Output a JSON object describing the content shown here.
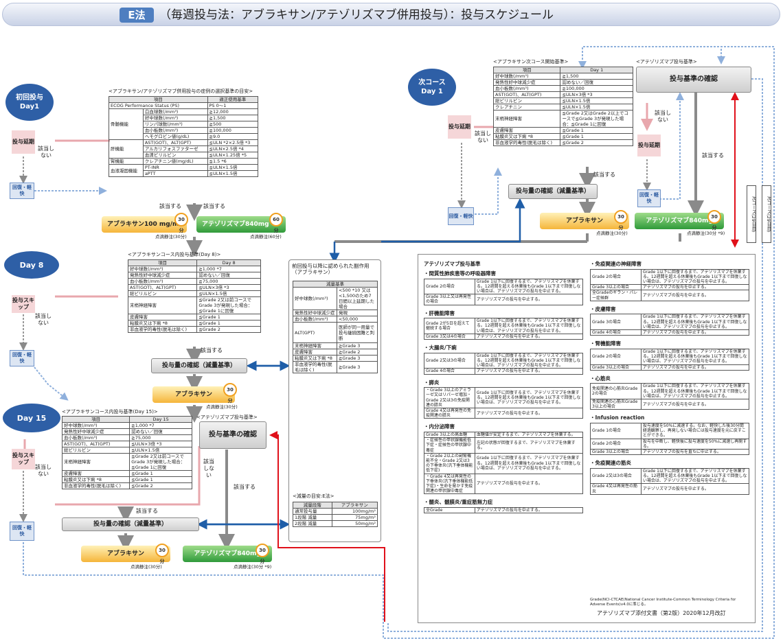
{
  "header": {
    "tag": "E法",
    "title": "（毎週投与法：アブラキサン/アテゾリズマブ併用投与）：投与スケジュール"
  },
  "days": {
    "day1": {
      "line1": "初回投与",
      "line2": "Day1"
    },
    "day8": "Day 8",
    "day15": "Day 15",
    "next": {
      "line1": "次コース",
      "line2": "Day 1"
    }
  },
  "labels": {
    "tou_encho": "投与延期",
    "tou_skip": "投与スキップ",
    "kaifuku": "回復・軽快",
    "gaitou_shinai": "該当しない",
    "gaitou_suru": "該当する"
  },
  "selection": {
    "title": "<アブラキサン/アテゾリズマブ併用投与の症例の選択基準の目安>",
    "head": [
      "項目",
      "",
      "適正使用基準"
    ],
    "ecog": [
      "ECOG Performance Status (PS)",
      "PS 0～1"
    ],
    "groups": [
      {
        "name": "骨髄機能",
        "rows": [
          [
            "白血球数(/mm³)",
            "≧12,000"
          ],
          [
            "好中球数(/mm³)",
            "≧1,500"
          ],
          [
            "リンパ球数(/mm³)",
            "≧500"
          ],
          [
            "血小板数(/mm³)",
            "≧100,000"
          ],
          [
            "ヘモグロビン値(g/dL)",
            "≧9.0"
          ]
        ]
      },
      {
        "name": "肝機能",
        "rows": [
          [
            "AST(GOT)、ALT(GPT)",
            "≦ULN *2×2.5倍 *3"
          ],
          [
            "アルカリフォスファターゼ",
            "≦ULN×2.5倍 *4"
          ],
          [
            "血清ビリルビン",
            "≦ULN×1.25倍 *5"
          ]
        ]
      },
      {
        "name": "腎機能",
        "rows": [
          [
            "クレアチニン値(mg/dL)",
            "≦1.5 *6"
          ]
        ]
      },
      {
        "name": "血液凝固機能",
        "rows": [
          [
            "PT-INR",
            "≦ULN×1.5倍"
          ],
          [
            "aPTT",
            "≦ULN×1.5倍"
          ]
        ]
      }
    ]
  },
  "drugs": {
    "abraxane100": "アブラキサン100 mg/m²",
    "abraxane": "アブラキサン",
    "atezo": "アテゾリズマブ840mg",
    "m30": "30分",
    "m60": "60分",
    "tenteki30": "点滴静注(30分)",
    "tenteki60": "点滴静注(60分)",
    "tenteki30b": "点滴静注(30分 *9)"
  },
  "boxes": {
    "gen": "投与量の確認（減量基準）",
    "kijun": "投与基準の確認"
  },
  "captions": {
    "day8": "<アブラキサンコース内投与基準(Day 8)>",
    "day15": "<アブラキサンコース内投与基準(Day 15)>",
    "atezo": "<アテゾリズマブ投与基準>",
    "next": "<アブラキサン次コース開始基準>"
  },
  "day8table": {
    "head": [
      "項目",
      "Day 8"
    ],
    "rows": [
      [
        "好中球数(/mm³)",
        "≧1,000 *7"
      ],
      [
        "発熱性好中球減少症",
        "認めない／回復"
      ],
      [
        "血小板数(/mm³)",
        "≧75,000"
      ],
      [
        "AST(GOT)、ALT(GPT)",
        "≦ULN×3倍 *3"
      ],
      [
        "総ビリルビン",
        "≦ULN×1.5倍"
      ],
      [
        "末梢神経障害",
        "≦Grade 2又は前コースでGrade 3が発現した場合：≦Grade 1に回復"
      ],
      [
        "皮膚障害",
        "≦Grade 1"
      ],
      [
        "粘膜炎又は下痢 *8",
        "≦Grade 1"
      ],
      [
        "非血液学的毒性(脱毛は除く)",
        "≦Grade 2"
      ]
    ]
  },
  "day15table": {
    "head": [
      "項目",
      "Day 15"
    ],
    "rows": [
      [
        "好中球数(/mm³)",
        "≧1,000 *7"
      ],
      [
        "発熱性好中球減少症",
        "認めない／回復"
      ],
      [
        "血小板数(/mm³)",
        "≧75,000"
      ],
      [
        "AST(GOT)、ALT(GPT)",
        "≦ULN×3倍 *3"
      ],
      [
        "総ビリルビン",
        "≦ULN×1.5倍"
      ],
      [
        "末梢神経障害",
        "≦Grade 2又は前コースでGrade 3が発現した場合：≦Grade 1に回復"
      ],
      [
        "皮膚障害",
        "≦Grade 1"
      ],
      [
        "粘膜炎又は下痢 *8",
        "≦Grade 1"
      ],
      [
        "非血液学的毒性(脱毛は除く)",
        "≦Grade 2"
      ]
    ]
  },
  "nexttable": {
    "head": [
      "項目",
      "Day 1"
    ],
    "rows": [
      [
        "好中球数(/mm³)",
        "≧1,500"
      ],
      [
        "発熱性好中球減少症",
        "認めない／回復"
      ],
      [
        "血小板数(/mm³)",
        "≧100,000"
      ],
      [
        "AST(GOT)、ALT(GPT)",
        "≦ULN×3倍 *3"
      ],
      [
        "総ビリルビン",
        "≦ULN×1.5倍"
      ],
      [
        "クレアチニン",
        "≦ULN×1.5倍"
      ],
      [
        "末梢神経障害",
        "≦Grade 2又はGrade 2以上でコースで≦Grade 3が発現した場合：≦Grade 1に回復"
      ],
      [
        "皮膚障害",
        "≦Grade 1"
      ],
      [
        "粘膜炎又は下痢 *8",
        "≦Grade 1"
      ],
      [
        "非血液学的毒性(脱毛は除く)",
        "≦Grade 2"
      ]
    ]
  },
  "prev": {
    "title": "前回投与以降に認められた副作用（アブラキサン）",
    "head": "減量基準",
    "rows": [
      [
        "好中球数(/mm³)",
        "<500 *10 又は<1,500のため7日間以上延期した場合"
      ],
      [
        "発熱性好中球減少症",
        "発現"
      ],
      [
        "血小板数(/mm³)",
        "<50,000"
      ],
      [
        "ALT(GPT)",
        "医師が同一用量で投与継続困難と判断"
      ],
      [
        "末梢神経障害",
        "≧Grade 3"
      ],
      [
        "皮膚障害",
        "≧Grade 2"
      ],
      [
        "粘膜炎又は下痢 *8",
        "≧Grade 3"
      ],
      [
        "非血液学的毒性(脱毛は除く)",
        "≧Grade 3"
      ]
    ],
    "dose_title": "<減量の目安:E法>",
    "dose_head": [
      "減量段階",
      "アブラキサン"
    ],
    "dose": [
      [
        "通常投与量",
        "100mg/m²"
      ],
      [
        "1段階 減量",
        "75mg/m²"
      ],
      [
        "2段階 減量",
        "50mg/m²"
      ]
    ]
  },
  "vertical": {
    "a": "次コース(29日目)",
    "b": "次コース(29日目)"
  },
  "ae": {
    "title": "アテゾリズマブ投与基準",
    "left": [
      {
        "h": "・間質性肺疾患等の呼吸器障害",
        "rows": [
          [
            "Grade 2の場合",
            "Grade 1以下に回復するまで、アテゾリズマブを休薬する。12週間を超える休薬後もGrade 1以下まで回復しない場合は、アテゾリズマブの投与を中止する。"
          ],
          [
            "Grade 3以上又は再発性の場合",
            "アテゾリズマブの投与を中止する。"
          ]
        ]
      },
      {
        "h": "・肝機能障害",
        "rows": [
          [
            "Grade 2が5日を超えて継続する場合",
            "Grade 1以下に回復するまで、アテゾリズマブを休薬する。12週間を超える休薬後もGrade 1以下まで回復しない場合は、アテゾリズマブの投与を中止する。"
          ],
          [
            "Grade 3又は4の場合",
            "アテゾリズマブの投与を中止する。"
          ]
        ]
      },
      {
        "h": "・大腸炎/下痢",
        "rows": [
          [
            "Grade 2又は3の場合",
            "Grade 1以下に回復するまで、アテゾリズマブを休薬する。12週間を超える休薬後もGrade 1以下まで回復しない場合は、アテゾリズマブの投与を中止する。"
          ],
          [
            "Grade 4の場合",
            "アテゾリズマブの投与を中止する。"
          ]
        ]
      },
      {
        "h": "・膵炎",
        "rows": [
          [
            "・Grade 3以上のアミラーゼ又はリパーゼ増加・Grade 2又は3の免疫関連の膵炎",
            "Grade 1以下に回復するまで、アテゾリズマブを休薬する。12週間を超える休薬後もGrade 1以下まで回復しない場合は、アテゾリズマブの投与を中止する。"
          ],
          [
            "Grade 4又は再発性の免疫関連の膵炎",
            "アテゾリズマブの投与を中止する。"
          ]
        ]
      },
      {
        "h": "・内分泌障害",
        "rows": [
          [
            "Grade 3以上の高血糖",
            "血糖値が安定するまで、アテゾリズマブを休薬する。"
          ],
          [
            "・症候性の甲状腺機能低下症・症候性の甲状腺中毒症",
            "左記の状態が回復するまで、アテゾリズマブを休薬する。"
          ],
          [
            "・Grade 2以上の副腎機能不全・Grade 2又は3の下垂体炎(汎下垂体機能低下症)",
            "Grade 1以下に回復するまで、アテゾリズマブを休薬する。12週間を超える休薬後もGrade 1以下まで回復しない場合は、アテゾリズマブの投与を中止する。"
          ],
          [
            "・Grade 4又は再発性の下垂体炎(汎下垂体機能低下症)・生命を脅かす免疫関連の甲状腺中毒症",
            "アテゾリズマブの投与を中止する。"
          ]
        ]
      },
      {
        "h": "・髄炎、髄膜炎/重症筋無力症",
        "rows": [
          [
            "全Grade",
            "アテゾリズマブの投与を中止する。"
          ]
        ]
      }
    ],
    "right": [
      {
        "h": "・免疫関連の神経障害",
        "rows": [
          [
            "Grade 2の場合",
            "Grade 1以下に回復するまで、アテゾリズマブを休薬する。12週間を超える休薬後もGrade 1以下まで回復しない場合は、アテゾリズマブの投与を中止する。"
          ],
          [
            "Grade 3以上の場合",
            "アテゾリズマブの投与を中止する。"
          ],
          [
            "全Gradeのギラン・バレー症候群",
            "アテゾリズマブの投与を中止する。"
          ]
        ]
      },
      {
        "h": "・皮膚障害",
        "rows": [
          [
            "Grade 3の場合",
            "Grade 1以下に回復するまで、アテゾリズマブを休薬する。12週間を超える休薬後もGrade 1以下まで回復しない場合は、アテゾリズマブの投与を中止する。"
          ],
          [
            "Grade 4の場合",
            "アテゾリズマブの投与を中止する。"
          ]
        ]
      },
      {
        "h": "・腎機能障害",
        "rows": [
          [
            "Grade 2の場合",
            "Grade 1以下に回復するまで、アテゾリズマブを休薬する。12週間を超える休薬後もGrade 1以下まで回復しない場合は、アテゾリズマブの投与を中止する。"
          ],
          [
            "Grade 3以上の場合",
            "アテゾリズマブの投与を中止する。"
          ]
        ]
      },
      {
        "h": "・心筋炎",
        "rows": [
          [
            "免疫関連の心筋炎Grade 2の場合",
            "Grade 1以下に回復するまで、アテゾリズマブを休薬する。12週間を超える休薬後もGrade 1以下まで回復しない場合は、アテゾリズマブの投与を中止する。"
          ],
          [
            "免疫関連の心筋炎Grade 3以上の場合",
            "アテゾリズマブの投与を中止する。"
          ]
        ]
      },
      {
        "h": "・Infusion reaction",
        "rows": [
          [
            "Grade 1の場合",
            "投与速度を50%に減速する。なお、軽快した後30分間経過観察し、再発しない場合には投与速度を元に戻すことができる。"
          ],
          [
            "Grade 2の場合",
            "投与を中断し、軽快後に投与速度を50%に減速し再開する。"
          ],
          [
            "Grade 3以上の場合",
            "アテゾリズマブの投与を直ちに中止する。"
          ]
        ]
      },
      {
        "h": "・免疫関連の筋炎",
        "rows": [
          [
            "Grade 2又は3の場合",
            "Grade 1以下に回復するまで、アテゾリズマブを休薬する。12週間を超える休薬後もGrade 1以下まで回復しない場合は、アテゾリズマブの投与を中止する。"
          ],
          [
            "Grade 4又は再発性の筋炎",
            "アテゾリズマブの投与を中止する。"
          ]
        ]
      }
    ],
    "footnote": "Grade(NCI-CTCAE(National Cancer Institute-Common Terminology Criteria for Adverse Events)v4.0に準じる。",
    "source": "アテゾリズマブ添付文書（第2版）2020年12月改訂"
  }
}
